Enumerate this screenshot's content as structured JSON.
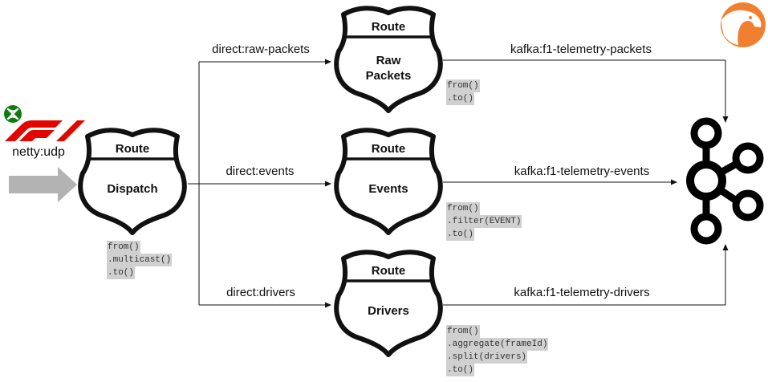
{
  "source_label": "netty:udp",
  "shield_title": "Route",
  "routes": {
    "dispatch": {
      "name": "Dispatch",
      "code": [
        "from()",
        ".multicast()",
        ".to()"
      ]
    },
    "raw_packets": {
      "name_line1": "Raw",
      "name_line2": "Packets",
      "code": [
        "from()",
        ".to()"
      ]
    },
    "events": {
      "name": "Events",
      "code": [
        "from()",
        ".filter(EVENT)",
        ".to()"
      ]
    },
    "drivers": {
      "name": "Drivers",
      "code": [
        "from()",
        ".aggregate(frameId)",
        ".split(drivers)",
        ".to()"
      ]
    }
  },
  "edges": {
    "raw_packets_in": "direct:raw-packets",
    "events_in": "direct:events",
    "drivers_in": "direct:drivers",
    "raw_packets_out": "kafka:f1-telemetry-packets",
    "events_out": "kafka:f1-telemetry-events",
    "drivers_out": "kafka:f1-telemetry-drivers"
  },
  "icons": {
    "f1": "f1-logo-icon",
    "xbox": "xbox-logo-icon",
    "camel": "camel-logo-icon",
    "kafka": "kafka-logo-icon",
    "arrow": "input-arrow-icon"
  },
  "colors": {
    "f1_red": "#e10600",
    "xbox_green": "#107c10",
    "camel_orange": "#f08030",
    "code_bg": "#d0d0d0",
    "arrow_gray": "#b3b3b3"
  }
}
